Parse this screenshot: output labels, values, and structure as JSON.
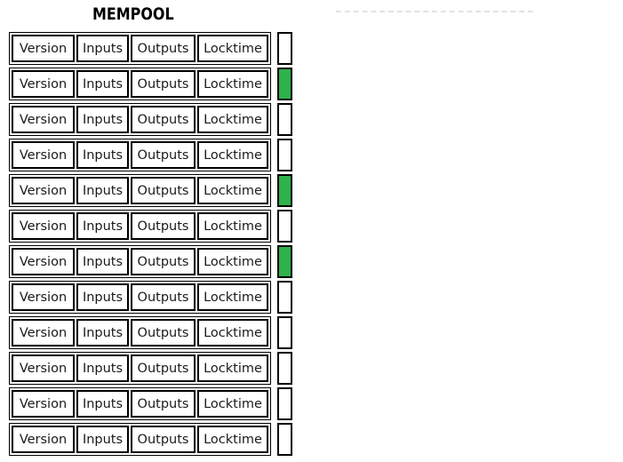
{
  "title": "MEMPOOL",
  "colors": {
    "highlight_green": "#2fb14c",
    "box_background": "#ffffff",
    "border": "#000000",
    "dashed_line": "#e3e3e3"
  },
  "transaction_fields": [
    "Version",
    "Inputs",
    "Outputs",
    "Locktime"
  ],
  "transactions": [
    {
      "highlighted": false
    },
    {
      "highlighted": true
    },
    {
      "highlighted": false
    },
    {
      "highlighted": false
    },
    {
      "highlighted": true
    },
    {
      "highlighted": false
    },
    {
      "highlighted": true
    },
    {
      "highlighted": false
    },
    {
      "highlighted": false
    },
    {
      "highlighted": false
    },
    {
      "highlighted": false
    },
    {
      "highlighted": false
    }
  ]
}
